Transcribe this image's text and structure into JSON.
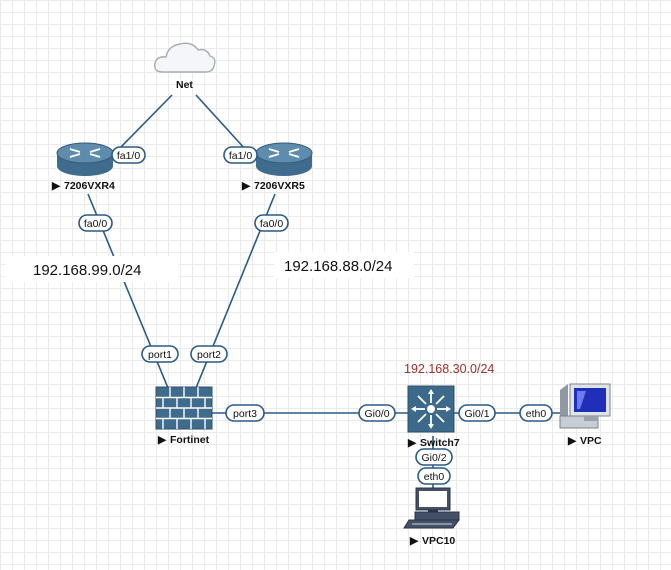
{
  "colors": {
    "link": "#2a5a86",
    "router_body": "#3f6b8c",
    "router_top": "#5e8cad",
    "switch_body": "#3d6a8b",
    "firewall_body": "#3f6b8c",
    "subnet_red": "#a0302a"
  },
  "nodes": {
    "cloud": {
      "label": "Net",
      "icon": "cloud-icon"
    },
    "router4": {
      "label": "7206VXR4",
      "icon": "router-icon"
    },
    "router5": {
      "label": "7206VXR5",
      "icon": "router-icon"
    },
    "fortinet": {
      "label": "Fortinet",
      "icon": "firewall-icon"
    },
    "switch7": {
      "label": "Switch7",
      "icon": "switch-icon"
    },
    "vpc": {
      "label": "VPC",
      "icon": "pc-icon"
    },
    "vpc10": {
      "label": "VPC10",
      "icon": "pc-icon"
    }
  },
  "ports": {
    "r4_fa10": "fa1/0",
    "r5_fa10": "fa1/0",
    "r4_fa00": "fa0/0",
    "r5_fa00": "fa0/0",
    "fw_port1": "port1",
    "fw_port2": "port2",
    "fw_port3": "port3",
    "sw_gi00": "Gi0/0",
    "sw_gi01": "Gi0/1",
    "sw_gi02": "Gi0/2",
    "vpc_eth0": "eth0",
    "vpc10_eth0": "eth0"
  },
  "subnets": {
    "net99": "192.168.99.0/24",
    "net88": "192.168.88.0/24",
    "net30": "192.168.30.0/24"
  },
  "play_glyph": "▶"
}
